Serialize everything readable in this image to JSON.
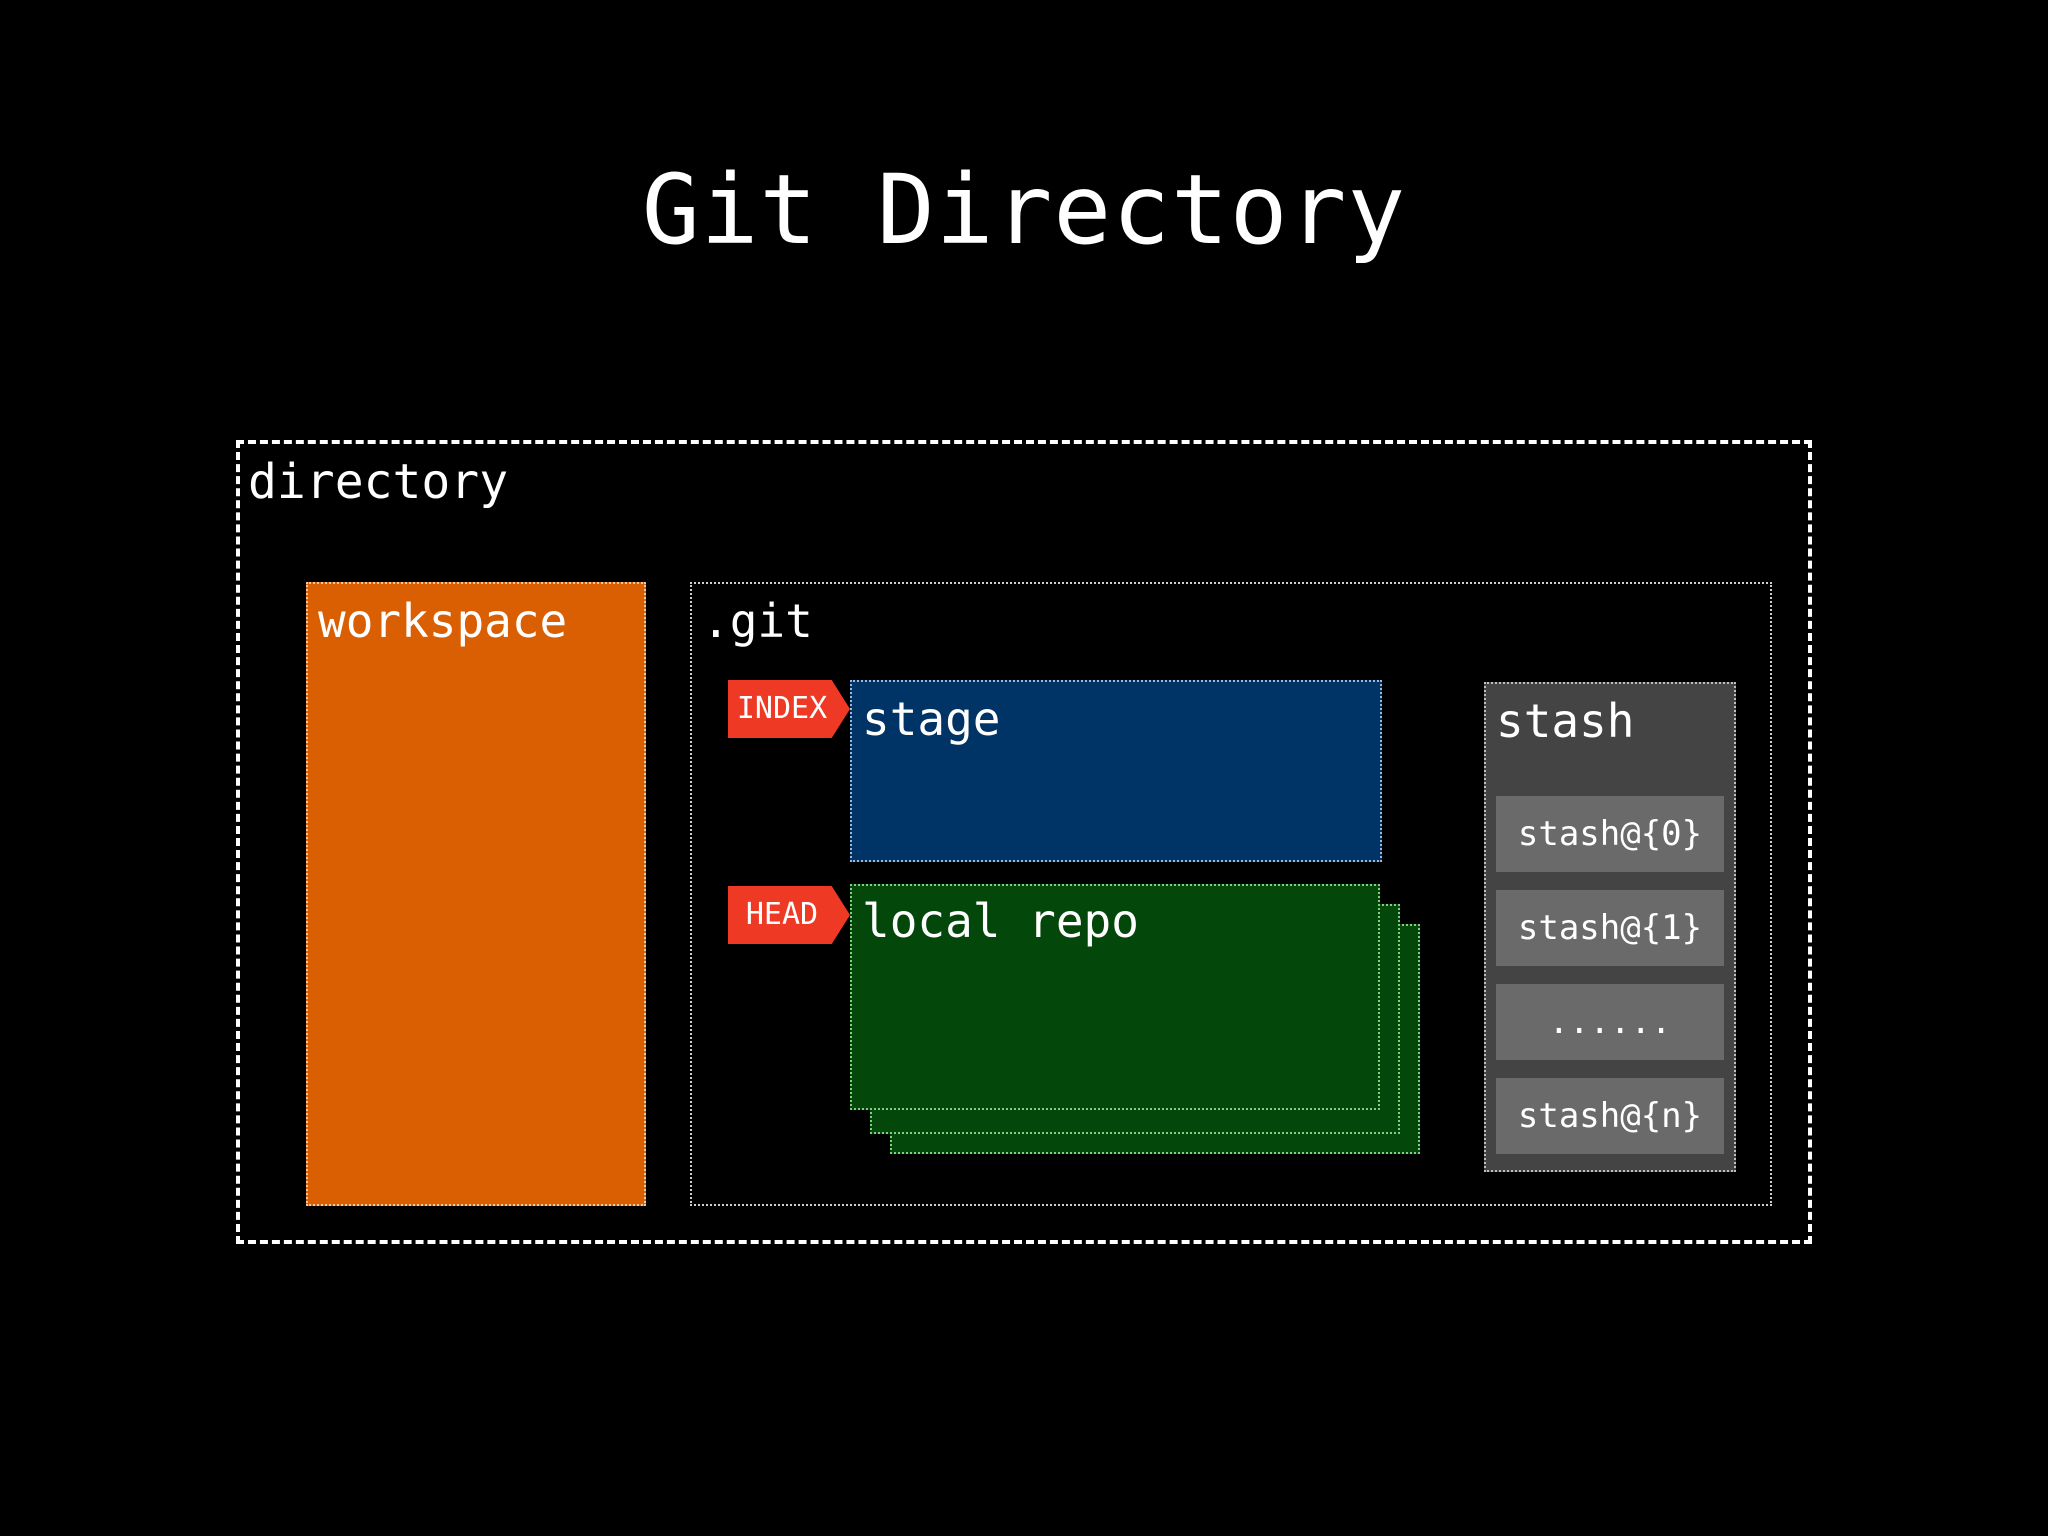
{
  "title": "Git Directory",
  "directory": {
    "label": "directory"
  },
  "workspace": {
    "label": "workspace"
  },
  "git": {
    "label": ".git",
    "stage": {
      "label": "stage",
      "tag": "INDEX"
    },
    "local_repo": {
      "label": "local repo",
      "tag": "HEAD"
    },
    "stash": {
      "label": "stash",
      "items": [
        "stash@{0}",
        "stash@{1}",
        "......",
        "stash@{n}"
      ]
    }
  },
  "colors": {
    "workspace": "#d95f02",
    "stage": "#003366",
    "local_repo": "#04470a",
    "stash": "#444444",
    "stash_item": "#6a6a6a",
    "tag": "#ee3a24"
  }
}
